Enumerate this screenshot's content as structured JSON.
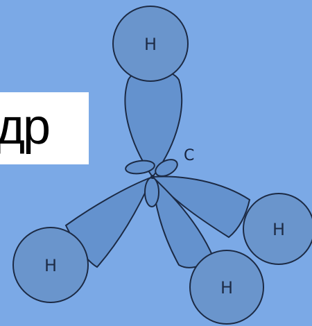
{
  "caption": {
    "text": "др"
  },
  "atoms": {
    "center": "C",
    "top": "H",
    "left": "H",
    "right": "H",
    "bottom": "H"
  },
  "colors": {
    "background": "#7ba9e6",
    "orbital_fill": "#6492ce",
    "atom_fill": "#6a95cc",
    "outline": "#1c2a44"
  }
}
